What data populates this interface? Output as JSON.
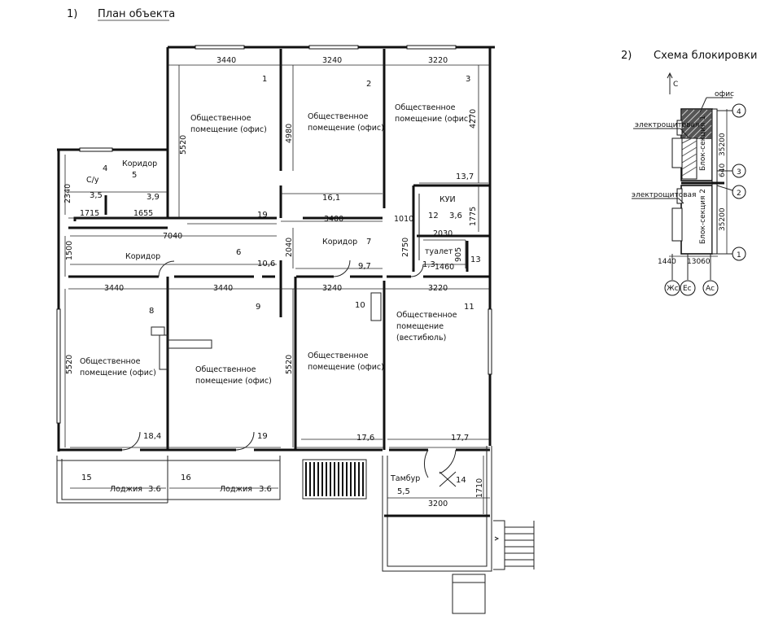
{
  "headings": {
    "plan_num": "1)",
    "plan_title": "План объекта",
    "scheme_num": "2)",
    "scheme_title": "Схема блокировки"
  },
  "rooms": [
    {
      "num": "1",
      "name": [
        "Общественное",
        "помещение (офис)"
      ],
      "area": "19"
    },
    {
      "num": "2",
      "name": [
        "Общественное",
        "помещение (офис)"
      ],
      "area": "16,1"
    },
    {
      "num": "3",
      "name": [
        "Общественное",
        "помещение (офис)"
      ],
      "area": "13,7"
    },
    {
      "num": "4",
      "name": [
        "С/у"
      ],
      "area": "3,5"
    },
    {
      "num": "5",
      "name": [
        "Коридор"
      ],
      "area": "3,9"
    },
    {
      "num": "6",
      "name": [
        "Коридор"
      ],
      "area": "10,6"
    },
    {
      "num": "7",
      "name": [
        "Коридор"
      ],
      "area": "9,7"
    },
    {
      "num": "8",
      "name": [
        "Общественное",
        "помещение (офис)"
      ],
      "area": "18,4"
    },
    {
      "num": "9",
      "name": [
        "Общественное",
        "помещение (офис)"
      ],
      "area": "19"
    },
    {
      "num": "10",
      "name": [
        "Общественное",
        "помещение (офис)"
      ],
      "area": "17,6"
    },
    {
      "num": "11",
      "name": [
        "Общественное",
        "помещение",
        "(вестибюль)"
      ],
      "area": "17,7"
    },
    {
      "num": "12",
      "name": [
        "КУИ"
      ],
      "area": "3,6"
    },
    {
      "num": "13",
      "name": [
        "туалет"
      ],
      "area": "1,3"
    },
    {
      "num": "14",
      "name": [
        "Тамбур"
      ],
      "area": "5,5"
    },
    {
      "num": "15",
      "name": [
        "Лоджия"
      ],
      "area": "3.6"
    },
    {
      "num": "16",
      "name": [
        "Лоджия"
      ],
      "area": "3.6"
    }
  ],
  "dimensions": {
    "top_1": "3440",
    "top_2": "3240",
    "top_3": "3220",
    "h_r1": "5520",
    "h_r2": "4980",
    "h_r3": "4270",
    "h_left": "2340",
    "corr_w1": "1715",
    "corr_w2": "1655",
    "w_7040": "7040",
    "w_3400": "3400",
    "w_1010": "1010",
    "h_1775": "1775",
    "w_2030": "2030",
    "h_2040": "2040",
    "h_2750": "2750",
    "h_1500": "1500",
    "w_1460": "1460",
    "h_905": "905",
    "mid_1": "3440",
    "mid_2": "3440",
    "mid_3": "3240",
    "mid_4": "3220",
    "h_lower_1": "5520",
    "h_lower_2": "5520",
    "h_1710": "1710",
    "w_3200": "3200"
  },
  "scheme": {
    "axis_c": "С",
    "office_label": "офис",
    "panel_top": "электрощитовая",
    "panel_bottom": "электрощитовая",
    "section_upper": "Блок-секция 1",
    "section_lower": "Блок-секция 2",
    "dims": {
      "v1": "35200",
      "v2": "640",
      "v3": "35200",
      "h1": "1440",
      "h2": "13060"
    },
    "axes_right": [
      "4",
      "3",
      "2",
      "1"
    ],
    "axes_bottom": [
      "Жс",
      "Ес",
      "Ас"
    ]
  }
}
